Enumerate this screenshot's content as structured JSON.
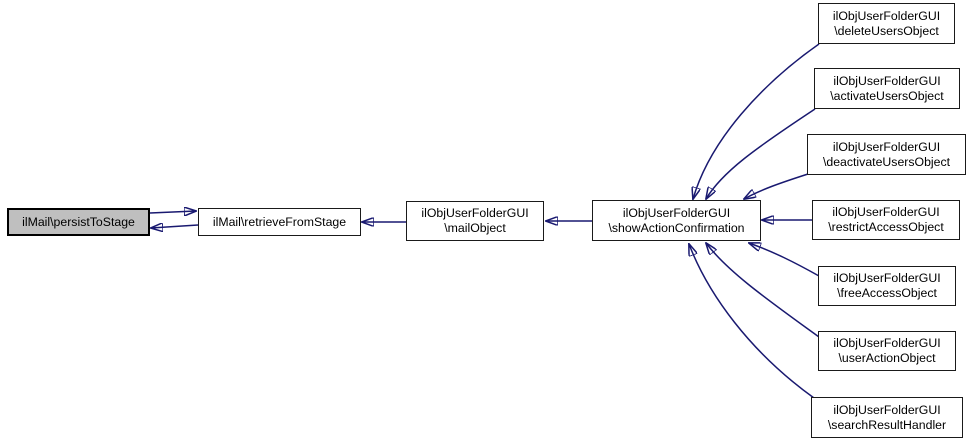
{
  "graph": {
    "type": "caller-graph",
    "colors": {
      "edge": "#191970",
      "node_border": "#1a1a1a",
      "node_fill": "#ffffff",
      "highlighted_node_fill": "#bfbfbf",
      "text": "#000000",
      "background": "#ffffff"
    },
    "nodes": {
      "persistToStage": {
        "label": "ilMail\\persistToStage",
        "highlighted": true
      },
      "retrieveFromStage": {
        "label": "ilMail\\retrieveFromStage"
      },
      "mailObject": {
        "line1": "ilObjUserFolderGUI",
        "line2": "\\mailObject"
      },
      "showActionConfirmation": {
        "line1": "ilObjUserFolderGUI",
        "line2": "\\showActionConfirmation"
      },
      "deleteUsersObject": {
        "line1": "ilObjUserFolderGUI",
        "line2": "\\deleteUsersObject"
      },
      "activateUsersObject": {
        "line1": "ilObjUserFolderGUI",
        "line2": "\\activateUsersObject"
      },
      "deactivateUsersObject": {
        "line1": "ilObjUserFolderGUI",
        "line2": "\\deactivateUsersObject"
      },
      "restrictAccessObject": {
        "line1": "ilObjUserFolderGUI",
        "line2": "\\restrictAccessObject"
      },
      "freeAccessObject": {
        "line1": "ilObjUserFolderGUI",
        "line2": "\\freeAccessObject"
      },
      "userActionObject": {
        "line1": "ilObjUserFolderGUI",
        "line2": "\\userActionObject"
      },
      "searchResultHandler": {
        "line1": "ilObjUserFolderGUI",
        "line2": "\\searchResultHandler"
      }
    },
    "edges": [
      {
        "from": "persistToStage",
        "to": "retrieveFromStage"
      },
      {
        "from": "retrieveFromStage",
        "to": "persistToStage"
      },
      {
        "from": "mailObject",
        "to": "retrieveFromStage"
      },
      {
        "from": "showActionConfirmation",
        "to": "mailObject"
      },
      {
        "from": "deleteUsersObject",
        "to": "showActionConfirmation"
      },
      {
        "from": "activateUsersObject",
        "to": "showActionConfirmation"
      },
      {
        "from": "deactivateUsersObject",
        "to": "showActionConfirmation"
      },
      {
        "from": "restrictAccessObject",
        "to": "showActionConfirmation"
      },
      {
        "from": "freeAccessObject",
        "to": "showActionConfirmation"
      },
      {
        "from": "userActionObject",
        "to": "showActionConfirmation"
      },
      {
        "from": "searchResultHandler",
        "to": "showActionConfirmation"
      }
    ]
  }
}
